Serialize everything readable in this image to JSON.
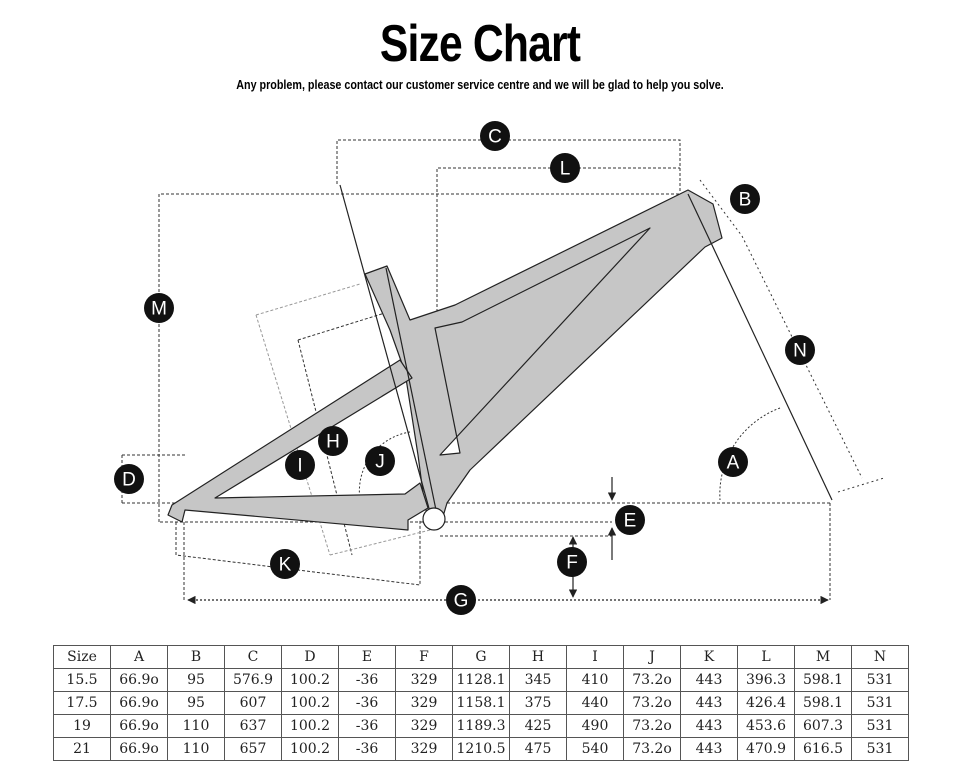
{
  "header": {
    "title": "Size Chart",
    "subtitle": "Any problem, please contact our customer service centre and we will be glad to help you solve."
  },
  "diagram": {
    "labels": [
      "A",
      "B",
      "C",
      "D",
      "E",
      "F",
      "G",
      "H",
      "I",
      "J",
      "K",
      "L",
      "M",
      "N"
    ],
    "frame_fill": "#c8c8c8",
    "label_fill": "#111111"
  },
  "table": {
    "headers": [
      "Size",
      "A",
      "B",
      "C",
      "D",
      "E",
      "F",
      "G",
      "H",
      "I",
      "J",
      "K",
      "L",
      "M",
      "N"
    ],
    "rows": [
      [
        "15.5",
        "66.9o",
        "95",
        "576.9",
        "100.2",
        "-36",
        "329",
        "1128.1",
        "345",
        "410",
        "73.2o",
        "443",
        "396.3",
        "598.1",
        "531"
      ],
      [
        "17.5",
        "66.9o",
        "95",
        "607",
        "100.2",
        "-36",
        "329",
        "1158.1",
        "375",
        "440",
        "73.2o",
        "443",
        "426.4",
        "598.1",
        "531"
      ],
      [
        "19",
        "66.9o",
        "110",
        "637",
        "100.2",
        "-36",
        "329",
        "1189.3",
        "425",
        "490",
        "73.2o",
        "443",
        "453.6",
        "607.3",
        "531"
      ],
      [
        "21",
        "66.9o",
        "110",
        "657",
        "100.2",
        "-36",
        "329",
        "1210.5",
        "475",
        "540",
        "73.2o",
        "443",
        "470.9",
        "616.5",
        "531"
      ]
    ]
  }
}
